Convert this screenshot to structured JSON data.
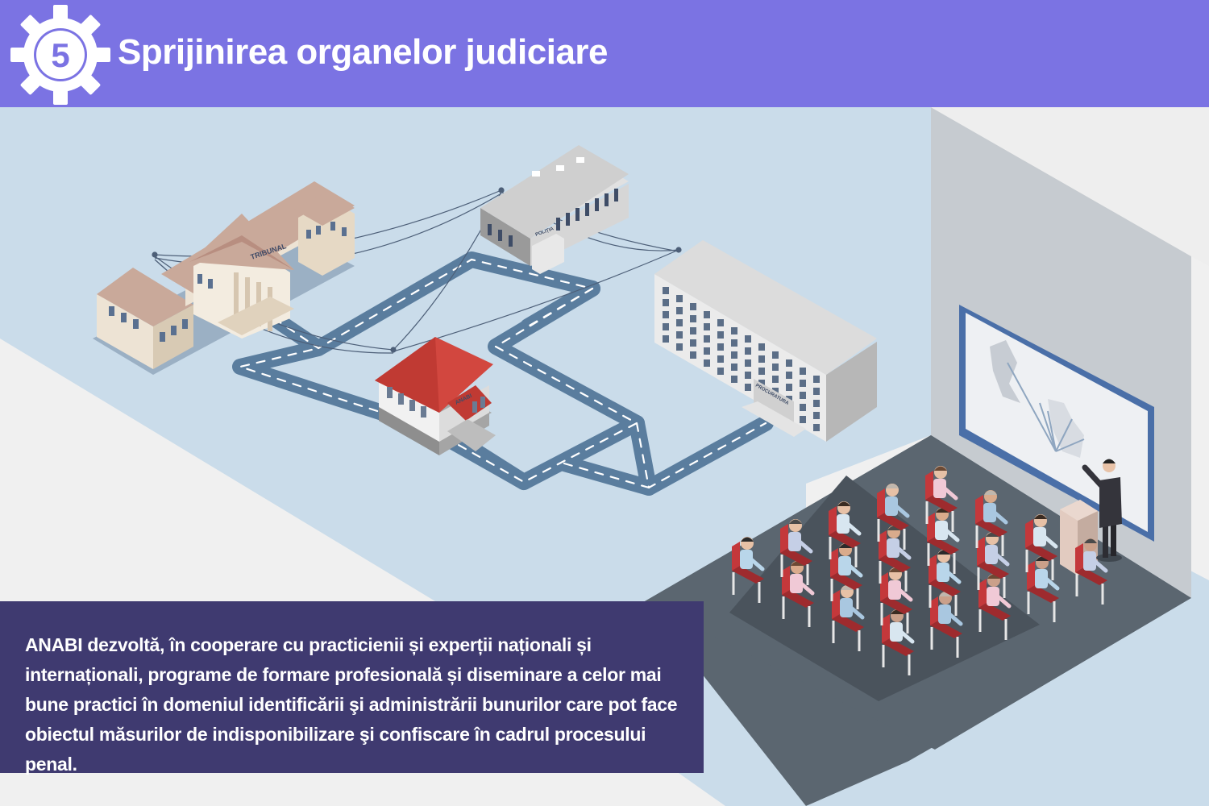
{
  "header": {
    "step_number": "5",
    "title": "Sprijinirea organelor judiciare"
  },
  "buildings": {
    "tribunal_label": "TRIBUNAL",
    "police_label": "POLIȚIA",
    "anabi_label": "ANABI",
    "prosecutor_label": "PROCURATURA"
  },
  "description": {
    "text": "ANABI dezvoltă, în cooperare cu practicienii și experții naționali și internaționali, programe de formare profesională și diseminare a celor mai bune practici în domeniul identificării şi administrării bunurilor care pot face obiectul măsurilor de indisponibilizare şi confiscare în cadrul procesului penal."
  },
  "colors": {
    "header_purple": "#7b73e3",
    "panel_navy": "#3f3a70",
    "ground_blue": "#cadcea",
    "road": "#5a7d9e",
    "roof_red": "#d2473f",
    "chair_red": "#c4383b",
    "floor_dark": "#5b6670"
  },
  "icons": [
    "gear-icon",
    "courthouse-icon",
    "police-building-icon",
    "anabi-building-icon",
    "prosecutor-building-icon",
    "projection-screen-icon",
    "lecturer-icon",
    "audience-icon"
  ]
}
